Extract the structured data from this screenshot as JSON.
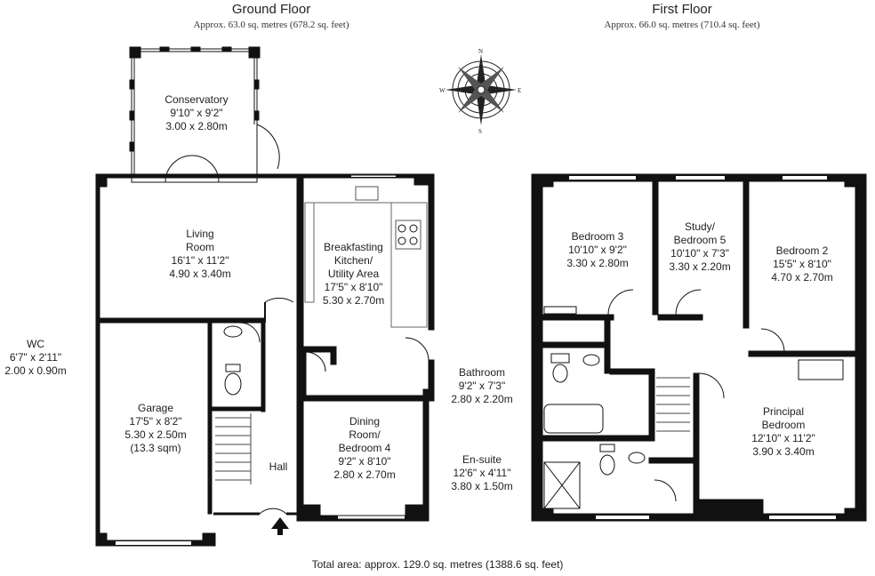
{
  "ground_floor": {
    "title": "Ground Floor",
    "area": "Approx. 63.0 sq. metres (678.2 sq. feet)",
    "rooms": {
      "conservatory": {
        "name": "Conservatory",
        "imperial": "9'10\" x 9'2\"",
        "metric": "3.00 x 2.80m"
      },
      "living": {
        "name1": "Living",
        "name2": "Room",
        "imperial": "16'1\" x 11'2\"",
        "metric": "4.90 x 3.40m"
      },
      "kitchen": {
        "name1": "Breakfasting",
        "name2": "Kitchen/",
        "name3": "Utility Area",
        "imperial": "17'5\" x 8'10\"",
        "metric": "5.30 x 2.70m"
      },
      "garage": {
        "name": "Garage",
        "imperial": "17'5\" x 8'2\"",
        "metric": "5.30 x 2.50m",
        "extra": "(13.3 sqm)"
      },
      "dining": {
        "name1": "Dining",
        "name2": "Room/",
        "name3": "Bedroom 4",
        "imperial": "9'2\" x 8'10\"",
        "metric": "2.80 x 2.70m"
      },
      "hall": {
        "name": "Hall"
      },
      "wc": {
        "name": "WC",
        "imperial": "6'7\" x 2'11\"",
        "metric": "2.00 x 0.90m"
      }
    }
  },
  "first_floor": {
    "title": "First Floor",
    "area": "Approx. 66.0 sq. metres (710.4 sq. feet)",
    "rooms": {
      "bedroom3": {
        "name": "Bedroom 3",
        "imperial": "10'10\" x 9'2\"",
        "metric": "3.30 x 2.80m"
      },
      "study": {
        "name1": "Study/",
        "name2": "Bedroom 5",
        "imperial": "10'10\" x 7'3\"",
        "metric": "3.30 x 2.20m"
      },
      "bedroom2": {
        "name": "Bedroom 2",
        "imperial": "15'5\" x 8'10\"",
        "metric": "4.70 x 2.70m"
      },
      "principal": {
        "name1": "Principal",
        "name2": "Bedroom",
        "imperial": "12'10\" x 11'2\"",
        "metric": "3.90 x 3.40m"
      },
      "bathroom": {
        "name": "Bathroom",
        "imperial": "9'2\" x 7'3\"",
        "metric": "2.80 x 2.20m"
      },
      "ensuite": {
        "name": "En-suite",
        "imperial": "12'6\" x 4'11\"",
        "metric": "3.80 x 1.50m"
      }
    }
  },
  "compass": {
    "n": "N",
    "s": "S",
    "e": "E",
    "w": "W"
  },
  "total_area": "Total area: approx. 129.0 sq. metres (1388.6 sq. feet)"
}
